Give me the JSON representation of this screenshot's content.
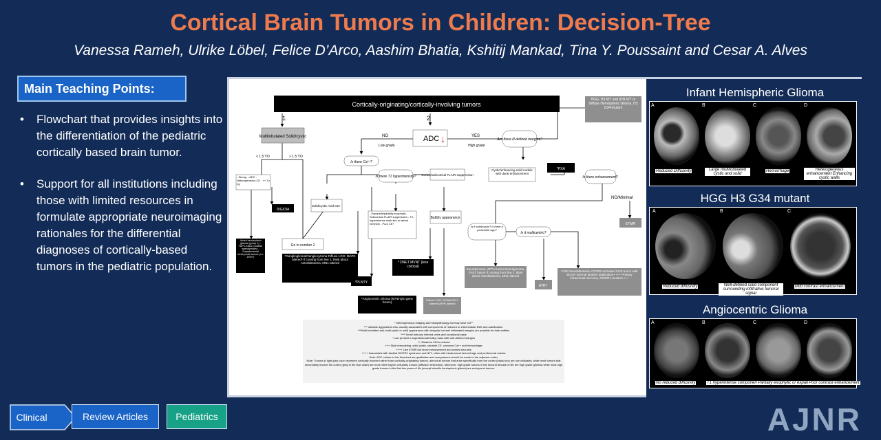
{
  "header": {
    "title": "Cortical Brain Tumors in Children: Decision-Tree",
    "authors": "Vanessa Rameh, Ulrike Löbel, Felice D’Arco, Aashim Bhatia, Kshitij Mankad, Tina Y. Poussaint and Cesar A. Alves"
  },
  "teaching": {
    "heading": "Main Teaching Points:",
    "points": [
      "Flowchart that provides insights into the differentiation of the pediatric cortically based brain tumor.",
      "Support for all institutions including those with limited resources in formulate appropriate neuroimaging rationales for the differential diagnoses of cortically-based tumors in the pediatric population."
    ]
  },
  "flowchart": {
    "top": "Cortically-originating/cortically-involving tumors",
    "branch1": "1",
    "branch2": "2",
    "multilobulated": "Multilobulated Solid/cystic",
    "adc": "ADC",
    "no": "NO",
    "yes": "YES",
    "low_grade": "Low grade",
    "high_grade": "High grade",
    "ill_defined": "Are there ill-defined margins?",
    "hgg_box": "HGG, H3-WT and IDH-WT or Diffuse Hemispheric Glioma, H3 G34-mutant",
    "ca": "Is there Ca²⁺?",
    "t1": "Is there T1 hyperintensity?",
    "cortex": "Cortex/subcortical FLAIR suppression",
    "cystic_nodule": "Cystic/enhancing solid nodule with dural enhancement",
    "pxa": "*PXA",
    "enhancement": "Is there enhancement?",
    "lt15": "< 1.5 YO",
    "gt15": "> 1.5 YO",
    "strong": "- Strong ↓ ADC - Heterogeneous CE - ++ Tu hg",
    "solid_cystic": "Solid/cystic Avid CE+",
    "expansile": "- Expansile/partially exophytic - Subcortical FLAIR suppression - T2-hyperintense stalk-like to lateral ventricle - Poor CE+",
    "bubbly": "Bubbly appearance",
    "no_minimal": "NO/Minimal",
    "dig_dia": "DIG/DIA",
    "infant_glioma": "-Infant hemispheric glioma (group 1) - YAP1-fusion positive ependymoma -Supratentorial embryonal tumors (i.e. ATRT)",
    "goto": "Go to number 2",
    "ganglio": "*Ganglioglioma/Gangliocytoma Diffuse LGG: MAPK altered* If coming from line 1: think about Astroblastoma, MN1-altered",
    "plnty": "*PLNTY",
    "angio": "*Angiocentric Glioma (MYB-QKI gene fusion)",
    "dnet": "* DNET MVNT (less cortical)",
    "diffuse_lgg": "Diffuse LGG: MYB/MYBL1 altered MAPK altered",
    "solid_cystic_q": "Is it solid/cystic? Is there a periwinkle sign?",
    "multicentric": "Is it multicentric?",
    "ependymoma": "Ependymoma, ZFTA fusion Ependymoma, YAP1 fusion If coming from line 1: think about Astroblastoma, MN1-altered",
    "atrt": "ATRT",
    "cns_neuro": "CNS Neuroblastoma, FOXR2-activated CNS tumor with BCOR internal tandem duplication++++ Primary intracranial sarcoma, DICER1-mutant++++",
    "etmr": "ETMR",
    "footnotes": [
      "^ heterogeneous imaging and histopathology but may have Ca²⁺",
      "*** Variable aggressiveness, usually associated with components of reduced or intermediate DWI and calcification.",
      "***Multi-lobulated and multi-cystic or solid appearance with irregular but well delineated margins are possible for both entities",
      "**** Small tortuous internal veins and occasional cysts",
      "+ can present a supratentorial bulky mass with well-defined margins",
      "++ Weak/no CE/no edema",
      "+++ Skull remodeling, solid-cystic, variable CE, common Ca++ and hemorrhage",
      "++++ Like ETMR but show enhancement and central necrosis",
      "++++ Associated with familial DICER1 syndrome and NF1, often with intratumoral hemorrhage and peritumoral edema",
      "Note: ADC values in this flowchart are qualitative and comparisons should be made to the adjacent cortex",
      "Note: Tumors in light grey color represent cortically-involved rather than cortically-originating tumors, almost all tumors that arise specifically from the cortex (black box) are low cellularity, while most tumors that secondarily involve the cortex (gray in the flow chart) are more often higher cellularity tumors (diffusion restriction). Moreover, high grade tumors in the second decade of life are high grade gliomas while most high grade tumors in the first few years of life (except infantile hemispheric glioma) are embryonal tumors."
    ]
  },
  "images": {
    "infant": {
      "title": "Infant Hemispheric Glioma",
      "letters": [
        "A",
        "B",
        "C",
        "D"
      ],
      "captions": [
        "Reduced Diffusivity",
        "Large multilobulated cystic and solid",
        "Hemorrhage",
        "Heterogeneous enhancement Enhancing cystic walls"
      ]
    },
    "hgg": {
      "title": "HGG H3 G34 mutant",
      "letters": [
        "A",
        "B",
        "C"
      ],
      "captions": [
        "Reduced diffusivity",
        "Well-defined solid component surrounding infiltrative tumoral signal",
        "Mild contrast enhancement"
      ]
    },
    "angio": {
      "title": "Angiocentric Glioma",
      "letters": [
        "A",
        "B",
        "C",
        "D"
      ],
      "captions": [
        "No reduced diffusivity",
        "T1 hyperintense components",
        "Partially exophytic or expansile",
        "Poor contrast enhancement"
      ]
    }
  },
  "tags": [
    "Clinical",
    "Review Articles",
    "Pediatrics"
  ],
  "colors": {
    "title": "#ef7b4d",
    "background": "#132c57",
    "tag_blue": "#1b64c7",
    "tag_teal": "#17a187"
  },
  "brand": "AJNR"
}
